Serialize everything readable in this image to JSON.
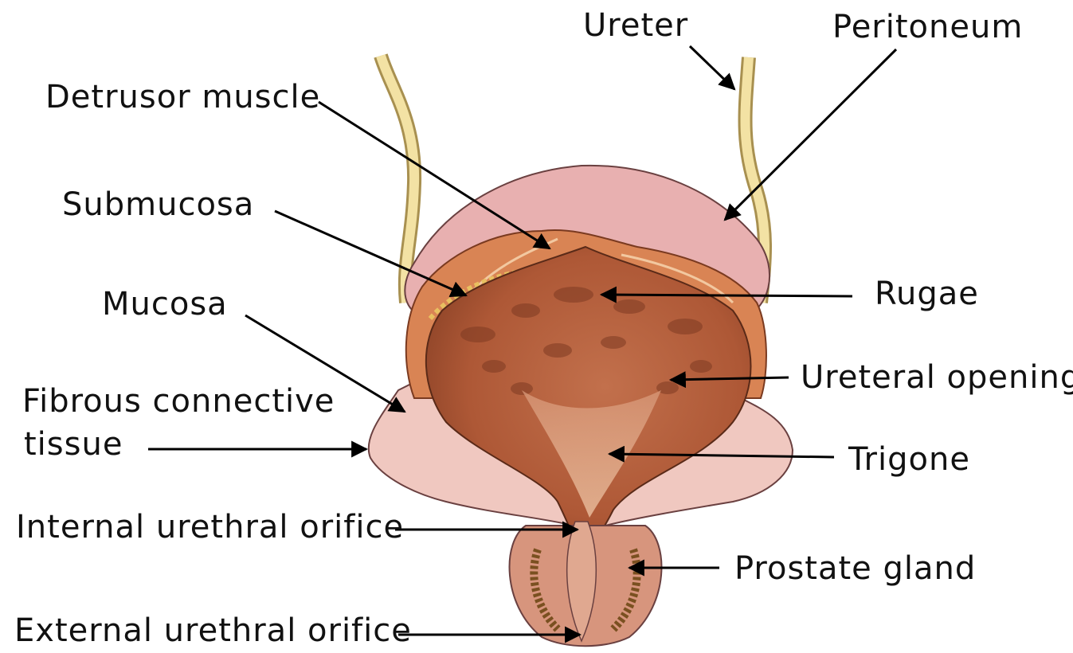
{
  "labels": {
    "ureter": "Ureter",
    "peritoneum": "Peritoneum",
    "detrusor": "Detrusor muscle",
    "submucosa": "Submucosa",
    "rugae": "Rugae",
    "mucosa": "Mucosa",
    "ureteral_opening": "Ureteral opening",
    "fibrous_line1": "Fibrous connective",
    "fibrous_line2": "tissue",
    "trigone": "Trigone",
    "internal_orifice": "Internal urethral orifice",
    "prostate": "Prostate gland",
    "external_orifice": "External urethral orifice"
  },
  "colors": {
    "ureter": "#f3e2a4",
    "peritoneum": "#e8b0b0",
    "mucosa_body": "#b5603e",
    "muscle": "#d98454",
    "fibrous": "#f0c8c0",
    "prostate": "#d7957d",
    "line": "#000000"
  }
}
